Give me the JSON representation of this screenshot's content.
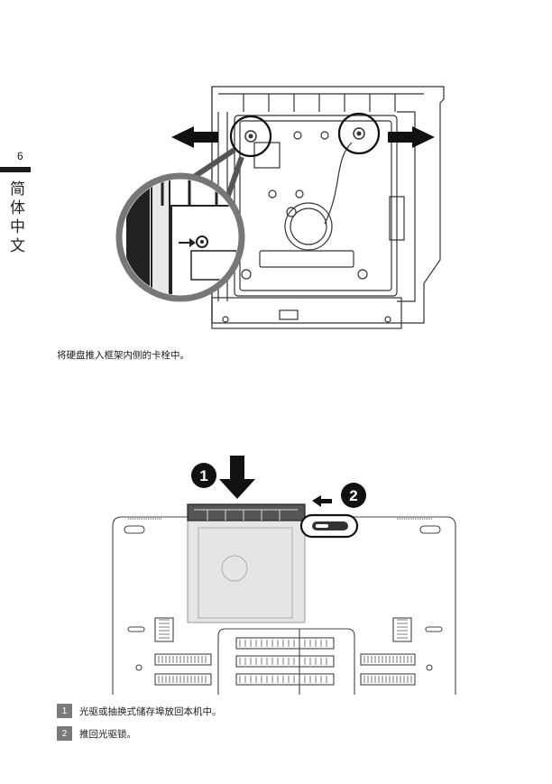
{
  "sidebar": {
    "page_number": "6",
    "language_label": "简体中文"
  },
  "figure1": {
    "caption": "将硬盘推入框架内侧的卡栓中。"
  },
  "figure2": {
    "callout_1": "1",
    "callout_2": "2"
  },
  "steps": [
    {
      "number": "1",
      "text": "光驱或抽换式储存埠放回本机中。"
    },
    {
      "number": "2",
      "text": "推回光驱锁。"
    }
  ]
}
